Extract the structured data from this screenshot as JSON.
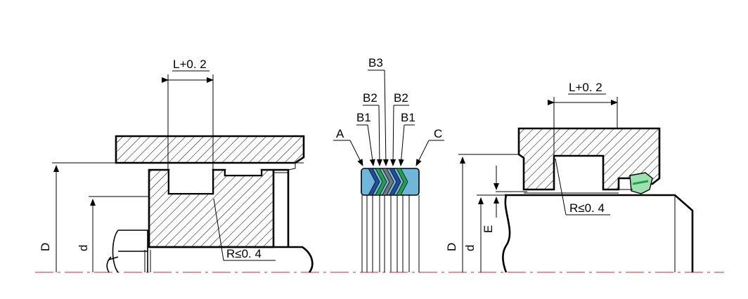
{
  "left_view": {
    "groove_dim": "L+0. 2",
    "dia_outer": "D",
    "dia_inner": "d",
    "radius_note": "R≤0. 4"
  },
  "middle_view": {
    "labels": {
      "a": "A",
      "b1_left": "B1",
      "b2_left": "B2",
      "b3": "B3",
      "b2_right": "B2",
      "b1_right": "B1",
      "c": "C"
    }
  },
  "right_view": {
    "groove_dim": "L+0. 2",
    "dia_outer": "D",
    "dia_inner": "d",
    "height_e": "E",
    "radius_note": "R≤0. 4"
  },
  "colors": {
    "centerline": "#e05050",
    "ring_blue": "#6fb6dc",
    "ring_green": "#1fa34a",
    "ring_navy": "#1f4e9a",
    "ring_gray": "#777777",
    "wiper_green": "#9fe0b0"
  }
}
